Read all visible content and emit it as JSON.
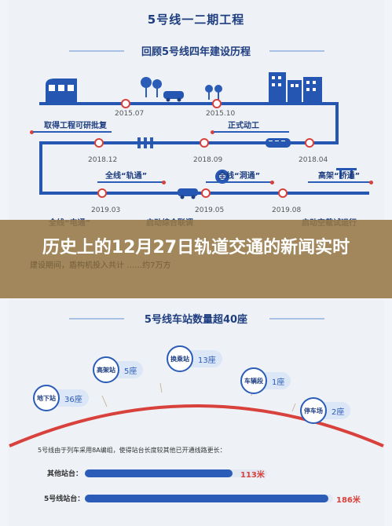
{
  "top": {
    "title": "5号线一二期工程",
    "subtitle": "回顾5号线四年建设历程"
  },
  "timeline": [
    {
      "date": "2015.07",
      "label": "取得工程可研批复"
    },
    {
      "date": "2015.10",
      "label": "正式动工"
    },
    {
      "date": "2018.12",
      "label": "全线“轨通”"
    },
    {
      "date": "2018.09",
      "label": "全线“洞通”"
    },
    {
      "date": "2018.04",
      "label": "高架“桥通”"
    },
    {
      "date": "2019.03",
      "label": "全线“电通”"
    },
    {
      "date": "2019.05",
      "label": "启动综合联调"
    },
    {
      "date": "2019.08",
      "label": "启动空载试运行"
    }
  ],
  "faded_caption": "建设期间，盾构机投入共计            ……约7万方",
  "headline": "历史上的12月27日轨道交通的新闻实时",
  "bottom": {
    "title": "5号线车站数量超40座",
    "stations": [
      {
        "type": "地下站",
        "count": "36座"
      },
      {
        "type": "高架站",
        "count": "5座"
      },
      {
        "type": "换乘站",
        "count": "13座"
      },
      {
        "type": "车辆段",
        "count": "1座"
      },
      {
        "type": "停车场",
        "count": "2座"
      }
    ],
    "note": "5号线由于列车采用8A编组，使得站台长度较其他已开通线路更长：",
    "platforms": [
      {
        "label": "其他站台：",
        "value": "113米",
        "length": 113
      },
      {
        "label": "5号线站台：",
        "value": "186米",
        "length": 186
      }
    ]
  },
  "colors": {
    "track": "#2556b2",
    "accent_red": "#d8413c",
    "title_blue": "#1f3e80",
    "banner": "#96784a"
  }
}
